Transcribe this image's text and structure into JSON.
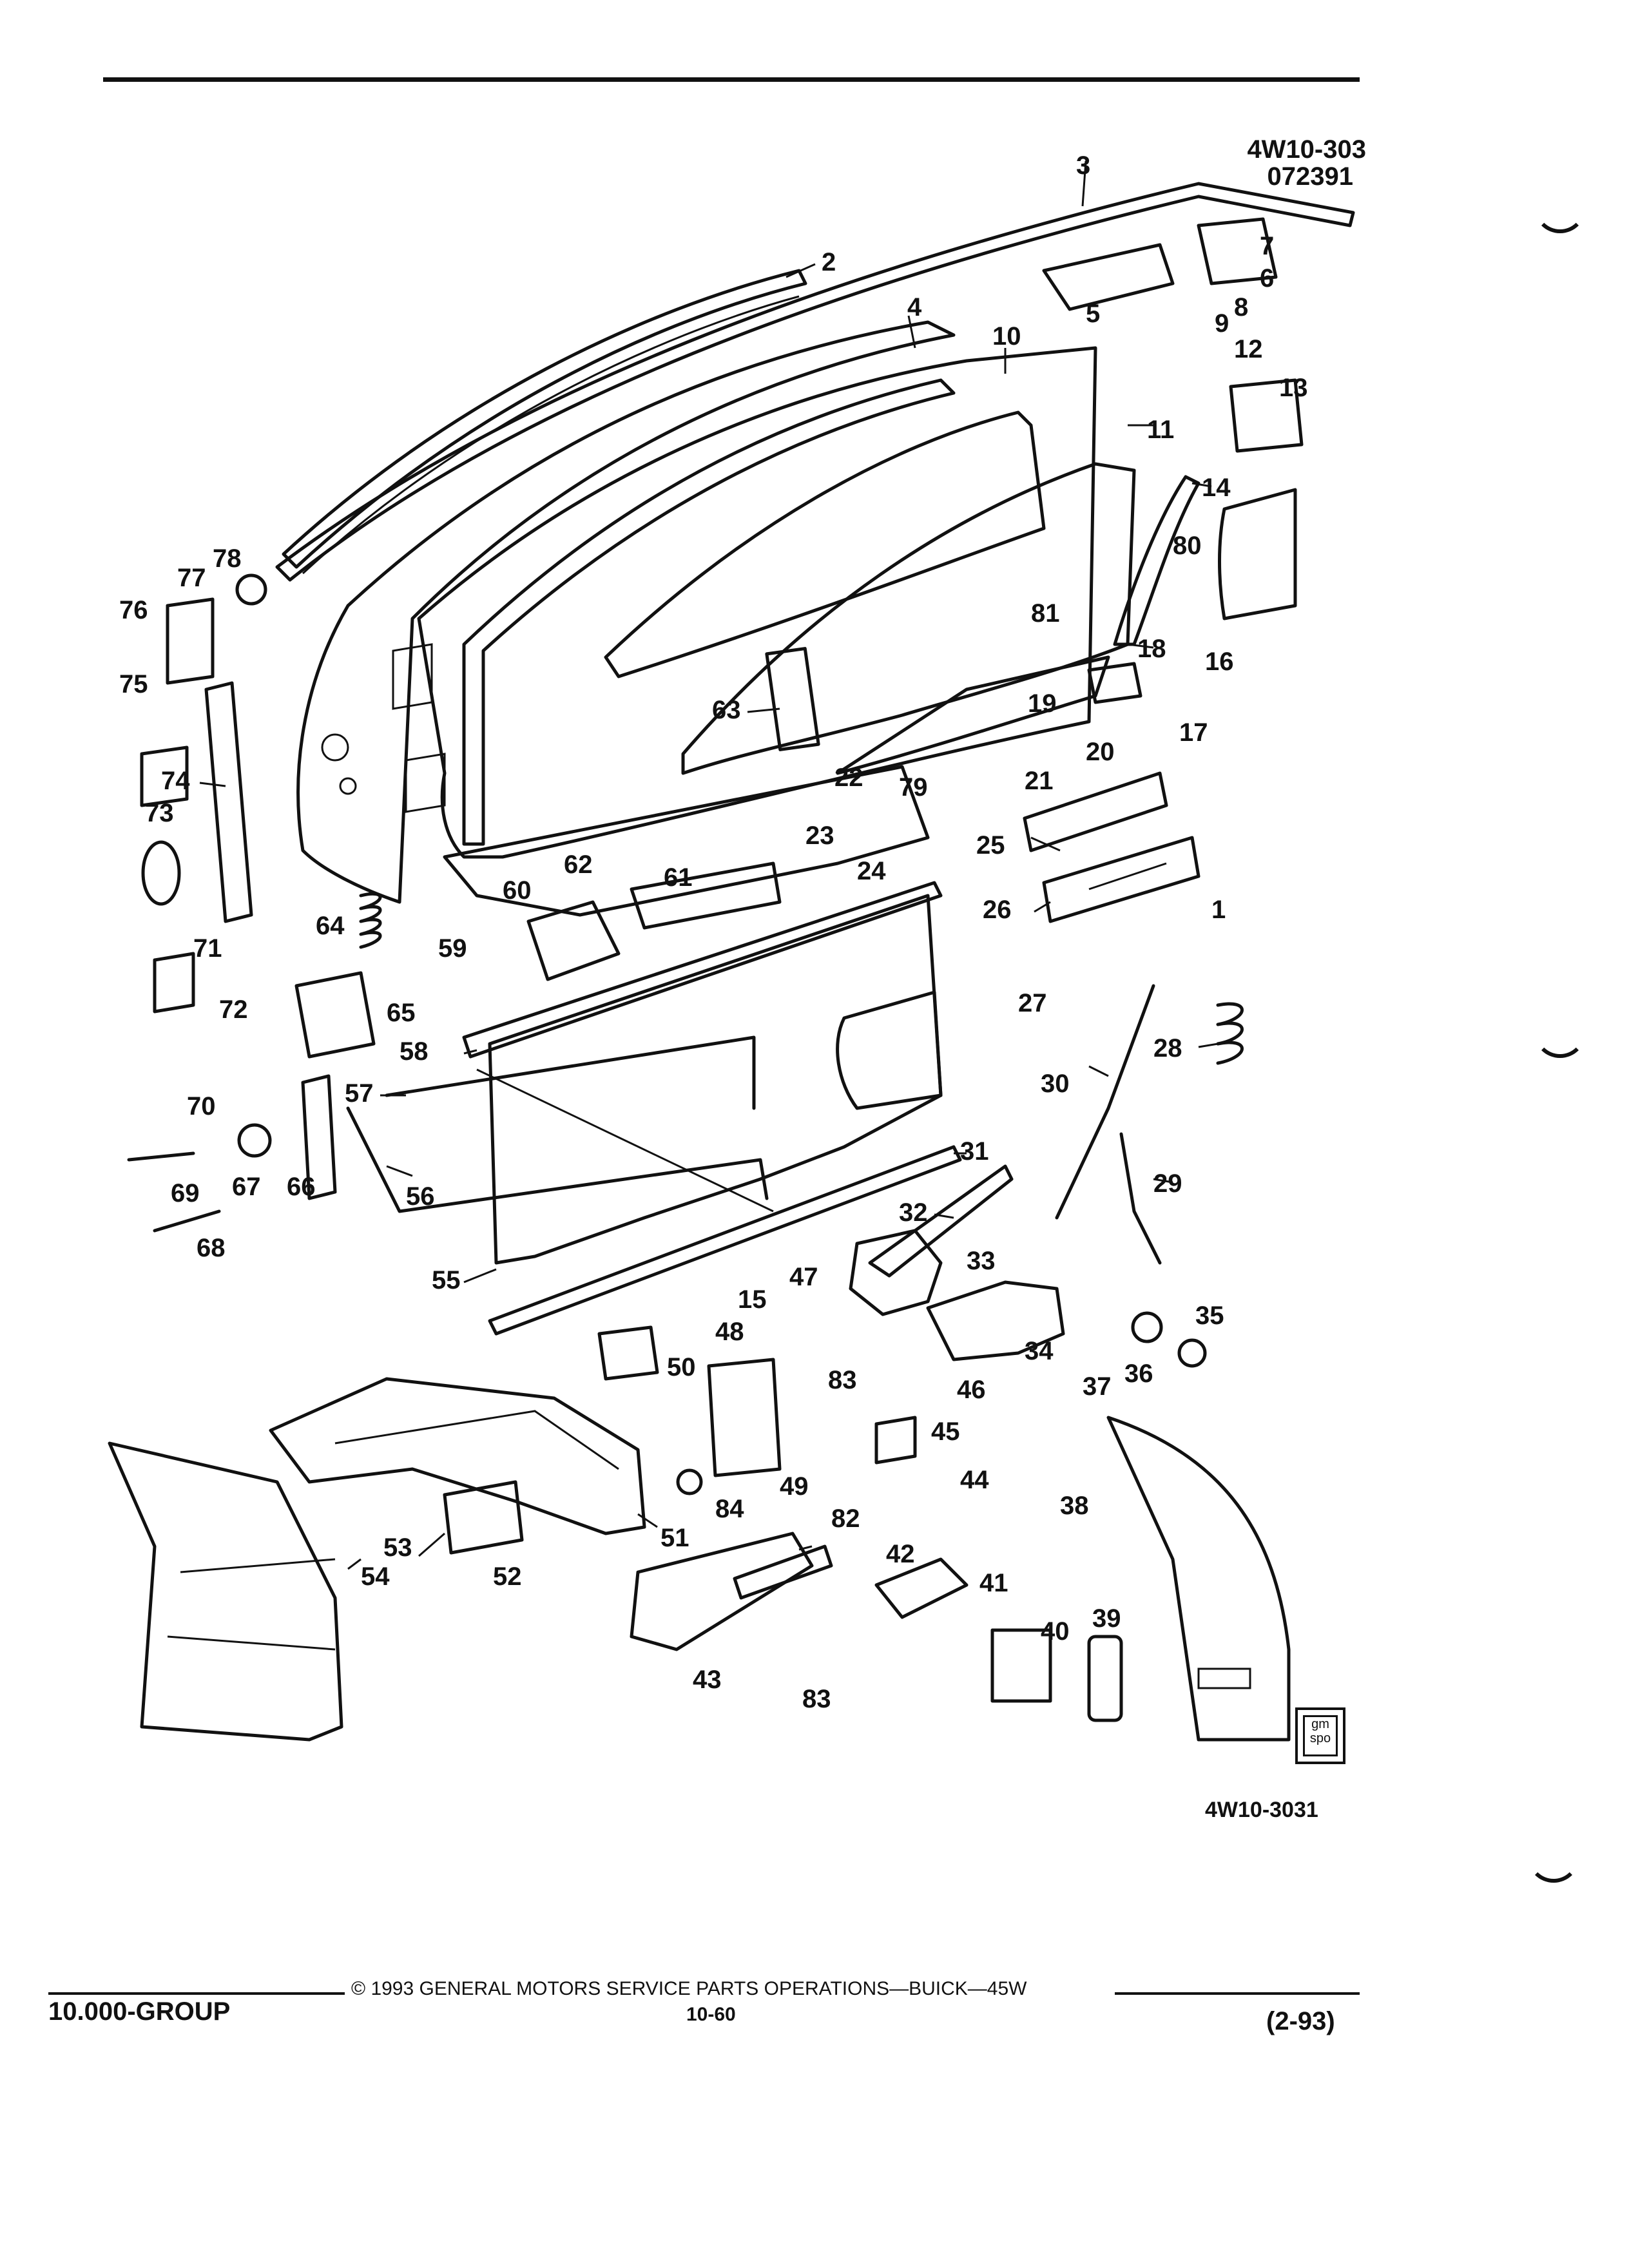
{
  "header": {
    "figure_code": "4W10-303",
    "figure_date": "072391"
  },
  "figure_id_bottom": "4W10-3031",
  "logo_text": "gm spo",
  "callouts": [
    {
      "label": "1"
    },
    {
      "label": "2"
    },
    {
      "label": "3"
    },
    {
      "label": "4"
    },
    {
      "label": "5"
    },
    {
      "label": "6"
    },
    {
      "label": "7"
    },
    {
      "label": "8"
    },
    {
      "label": "9"
    },
    {
      "label": "10"
    },
    {
      "label": "11"
    },
    {
      "label": "12"
    },
    {
      "label": "13"
    },
    {
      "label": "14"
    },
    {
      "label": "15"
    },
    {
      "label": "16"
    },
    {
      "label": "17"
    },
    {
      "label": "18"
    },
    {
      "label": "19"
    },
    {
      "label": "20"
    },
    {
      "label": "21"
    },
    {
      "label": "22"
    },
    {
      "label": "23"
    },
    {
      "label": "24"
    },
    {
      "label": "25"
    },
    {
      "label": "26"
    },
    {
      "label": "27"
    },
    {
      "label": "28"
    },
    {
      "label": "29"
    },
    {
      "label": "30"
    },
    {
      "label": "31"
    },
    {
      "label": "32"
    },
    {
      "label": "33"
    },
    {
      "label": "34"
    },
    {
      "label": "35"
    },
    {
      "label": "36"
    },
    {
      "label": "37"
    },
    {
      "label": "38"
    },
    {
      "label": "39"
    },
    {
      "label": "40"
    },
    {
      "label": "41"
    },
    {
      "label": "42"
    },
    {
      "label": "43"
    },
    {
      "label": "44"
    },
    {
      "label": "45"
    },
    {
      "label": "46"
    },
    {
      "label": "47"
    },
    {
      "label": "48"
    },
    {
      "label": "49"
    },
    {
      "label": "50"
    },
    {
      "label": "51"
    },
    {
      "label": "52"
    },
    {
      "label": "53"
    },
    {
      "label": "54"
    },
    {
      "label": "55"
    },
    {
      "label": "56"
    },
    {
      "label": "57"
    },
    {
      "label": "58"
    },
    {
      "label": "59"
    },
    {
      "label": "60"
    },
    {
      "label": "61"
    },
    {
      "label": "62"
    },
    {
      "label": "63"
    },
    {
      "label": "64"
    },
    {
      "label": "65"
    },
    {
      "label": "66"
    },
    {
      "label": "67"
    },
    {
      "label": "68"
    },
    {
      "label": "69"
    },
    {
      "label": "70"
    },
    {
      "label": "71"
    },
    {
      "label": "72"
    },
    {
      "label": "73"
    },
    {
      "label": "74"
    },
    {
      "label": "75"
    },
    {
      "label": "76"
    },
    {
      "label": "77"
    },
    {
      "label": "78"
    },
    {
      "label": "79"
    },
    {
      "label": "80"
    },
    {
      "label": "81"
    },
    {
      "label": "82"
    },
    {
      "label": "83"
    },
    {
      "label": "83"
    },
    {
      "label": "84"
    }
  ],
  "footer": {
    "group": "10.000-GROUP",
    "copyright": "© 1993 GENERAL MOTORS SERVICE PARTS OPERATIONS—BUICK—45W",
    "page": "10-60",
    "date": "(2-93)"
  }
}
